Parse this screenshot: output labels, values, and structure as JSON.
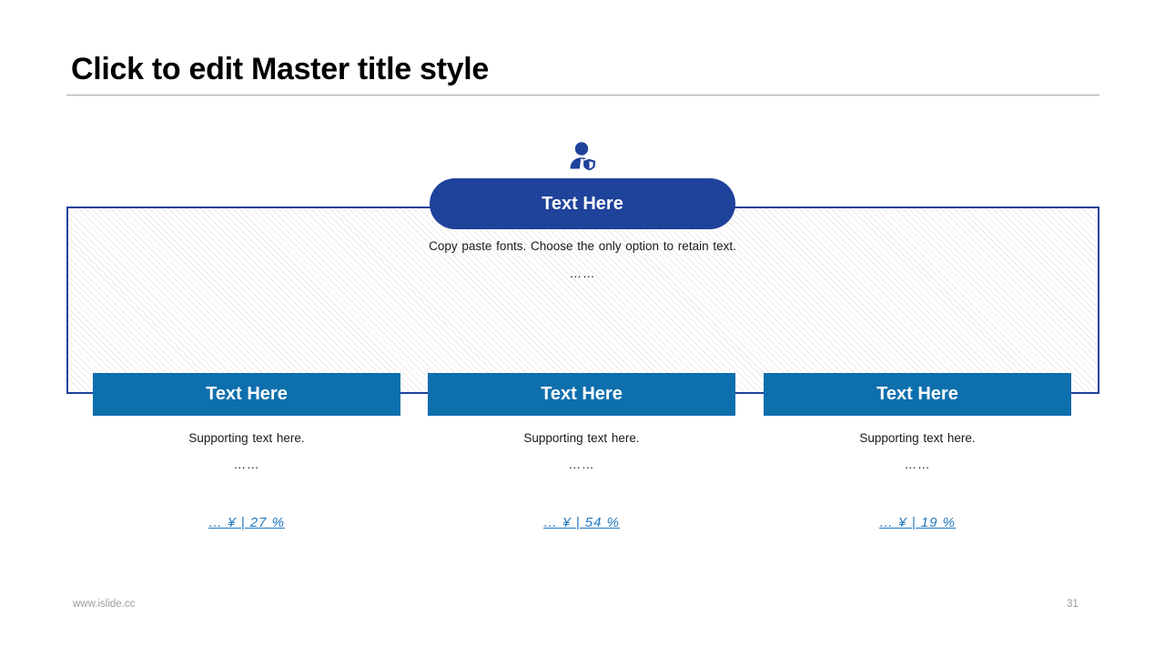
{
  "slide": {
    "title": "Click to edit Master title style",
    "page_number": "31",
    "footer_url": "www.islide.cc",
    "colors": {
      "dark_blue": "#1F429B",
      "mid_blue": "#0E6FAD",
      "link_blue": "#1F77BE",
      "rule_gray": "#A6A6A6",
      "footer_gray": "#9A9A9A"
    }
  },
  "hero": {
    "icon_name": "user-shield-icon",
    "pill_label": "Text Here",
    "body_line1": "Copy paste fonts. Choose the only option to retain text.",
    "body_line2": "……"
  },
  "columns": [
    {
      "header": "Text Here",
      "support": "Supporting text here.",
      "dots": "……",
      "link": "…  ¥ | 27 %"
    },
    {
      "header": "Text Here",
      "support": "Supporting text here.",
      "dots": "……",
      "link": "…  ¥ | 54 %"
    },
    {
      "header": "Text Here",
      "support": "Supporting text here.",
      "dots": "……",
      "link": "…  ¥ | 19 %"
    }
  ]
}
